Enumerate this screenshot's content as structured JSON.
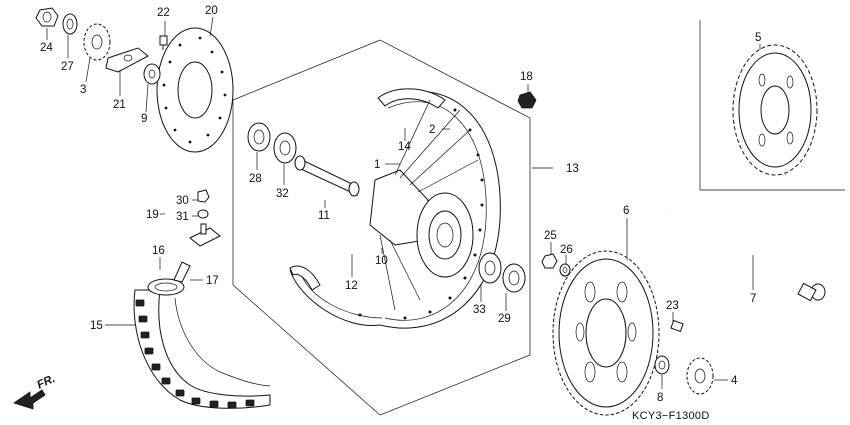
{
  "labels": {
    "p1": "1",
    "p2": "2",
    "p3": "3",
    "p4": "4",
    "p5": "5",
    "p6": "6",
    "p7": "7",
    "p8": "8",
    "p9": "9",
    "p10": "10",
    "p11": "11",
    "p12": "12",
    "p13": "13",
    "p14": "14",
    "p15": "15",
    "p16": "16",
    "p17": "17",
    "p18": "18",
    "p19": "19",
    "p20": "20",
    "p21": "21",
    "p22": "22",
    "p23": "23",
    "p24": "24",
    "p25": "25",
    "p26": "26",
    "p27": "27",
    "p28": "28",
    "p29": "29",
    "p30": "30",
    "p31": "31",
    "p32": "32",
    "p33": "33"
  },
  "direction_label": "FR.",
  "diagram_code": "KCY3−F1300D"
}
